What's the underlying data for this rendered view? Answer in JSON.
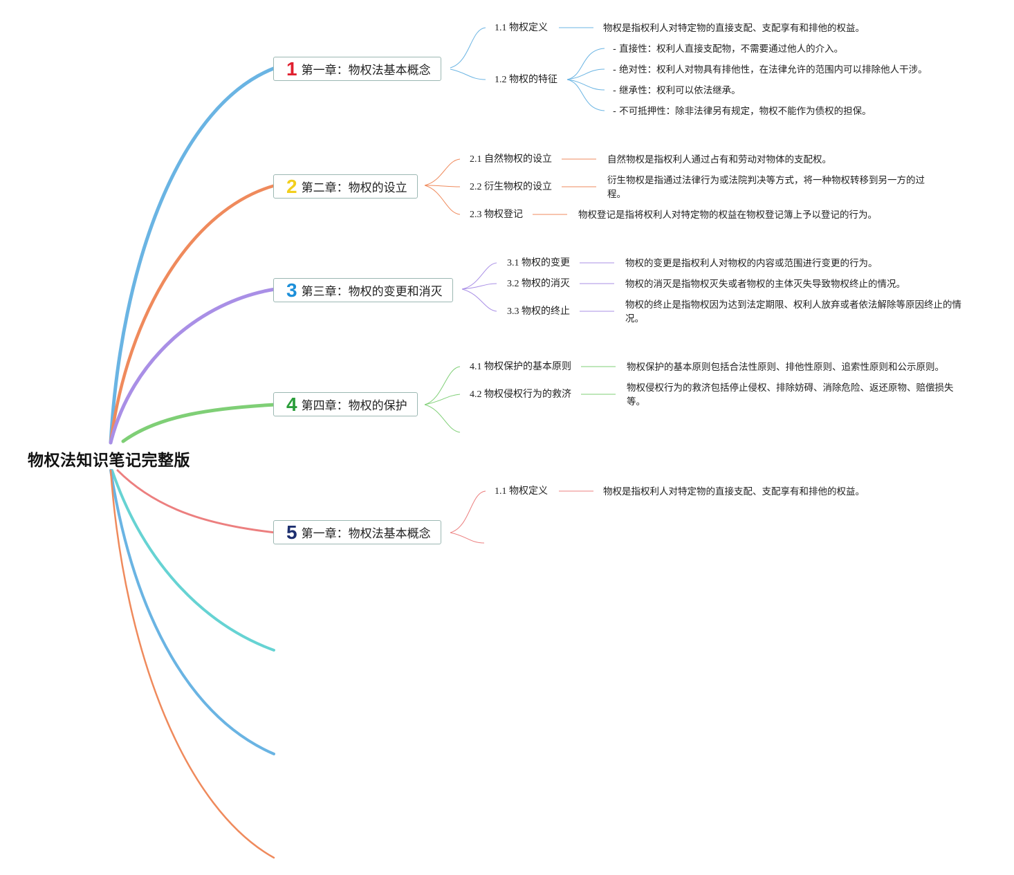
{
  "title": "物权法知识笔记完整版",
  "colors": {
    "blue": "#6ab4e3",
    "orange": "#ef8a5c",
    "purple": "#a98fe6",
    "green": "#7fcf76",
    "red": "#ec7f7f",
    "cyan": "#66d3d3",
    "num_red": "#e0202f",
    "num_yellow": "#f2cf1d",
    "num_blue": "#1c8fd9",
    "num_green": "#2a9d3a",
    "num_navy": "#1d2f6f"
  },
  "chapters": [
    {
      "number": "1",
      "title": "第一章：物权法基本概念",
      "subs": [
        {
          "label": "1.1 物权定义",
          "details": [
            "物权是指权利人对特定物的直接支配、支配享有和排他的权益。"
          ]
        },
        {
          "label": "1.2 物权的特征",
          "details": [
            "- 直接性：权利人直接支配物，不需要通过他人的介入。",
            "- 绝对性：权利人对物具有排他性，在法律允许的范围内可以排除他人干涉。",
            "- 继承性：权利可以依法继承。",
            "- 不可抵押性：除非法律另有规定，物权不能作为债权的担保。"
          ]
        }
      ]
    },
    {
      "number": "2",
      "title": "第二章：物权的设立",
      "subs": [
        {
          "label": "2.1 自然物权的设立",
          "details": [
            "自然物权是指权利人通过占有和劳动对物体的支配权。"
          ]
        },
        {
          "label": "2.2 衍生物权的设立",
          "details": [
            "衍生物权是指通过法律行为或法院判决等方式，将一种物权转移到另一方的过程。"
          ]
        },
        {
          "label": "2.3 物权登记",
          "details": [
            "物权登记是指将权利人对特定物的权益在物权登记簿上予以登记的行为。"
          ]
        }
      ]
    },
    {
      "number": "3",
      "title": "第三章：物权的变更和消灭",
      "subs": [
        {
          "label": "3.1 物权的变更",
          "details": [
            "物权的变更是指权利人对物权的内容或范围进行变更的行为。"
          ]
        },
        {
          "label": "3.2 物权的消灭",
          "details": [
            "物权的消灭是指物权灭失或者物权的主体灭失导致物权终止的情况。"
          ]
        },
        {
          "label": "3.3 物权的终止",
          "details": [
            "物权的终止是指物权因为达到法定期限、权利人放弃或者依法解除等原因终止的情况。"
          ]
        }
      ]
    },
    {
      "number": "4",
      "title": "第四章：物权的保护",
      "subs": [
        {
          "label": "4.1 物权保护的基本原则",
          "details": [
            "物权保护的基本原则包括合法性原则、排他性原则、追索性原则和公示原则。"
          ]
        },
        {
          "label": "4.2 物权侵权行为的救济",
          "details": [
            "物权侵权行为的救济包括停止侵权、排除妨碍、消除危险、返还原物、赔偿损失等。"
          ]
        }
      ]
    },
    {
      "number": "5",
      "title": "第一章：物权法基本概念",
      "subs": [
        {
          "label": "1.1 物权定义",
          "details": [
            "物权是指权利人对特定物的直接支配、支配享有和排他的权益。"
          ]
        }
      ]
    }
  ]
}
